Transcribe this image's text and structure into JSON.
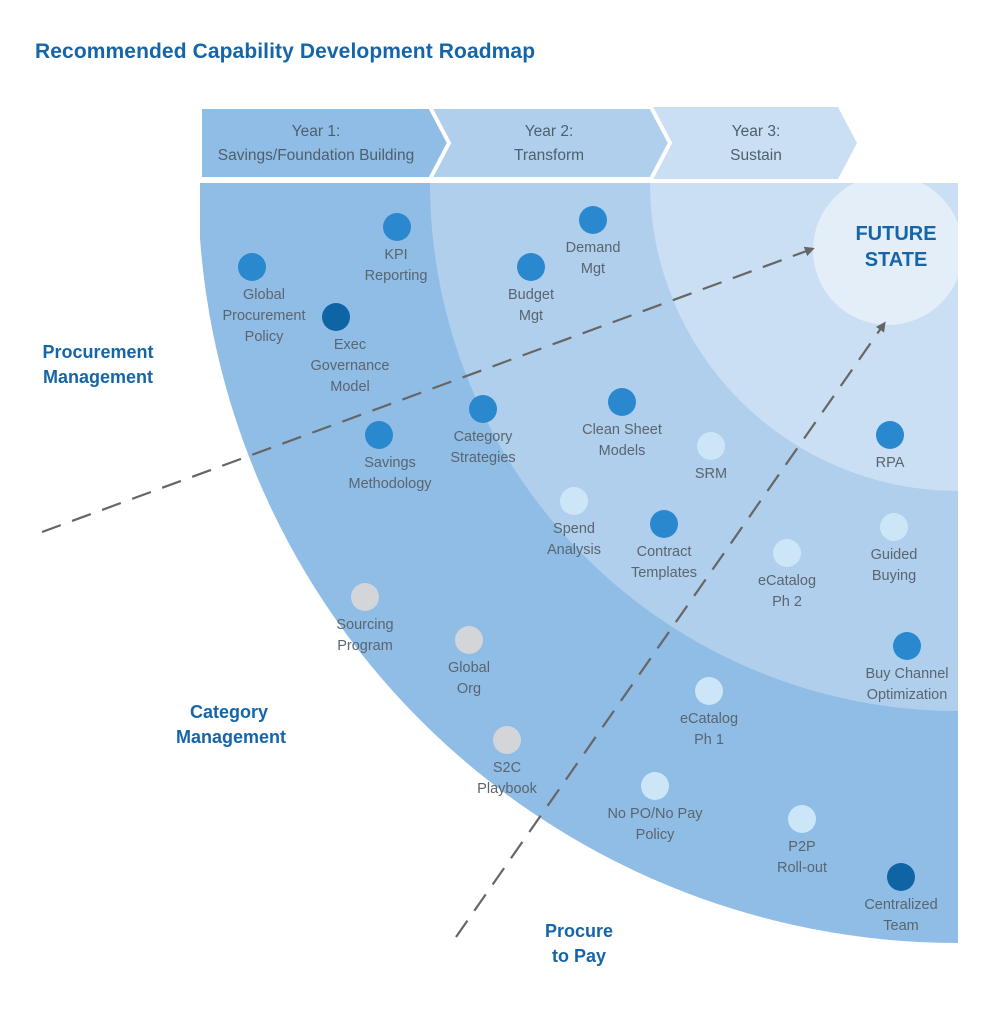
{
  "title": "Recommended Capability Development Roadmap",
  "colors": {
    "title": "#1565a8",
    "ring_year1": "#8fbde6",
    "ring_year2": "#b0cfec",
    "ring_year3": "#cadff3",
    "future_state": "#e4eef9",
    "node_dark": "#0f64a6",
    "node_medium": "#2a88cf",
    "node_light": "#cde6f7",
    "node_gray": "#d3d5d8",
    "dashed_axis": "#666666"
  },
  "phases": [
    {
      "line1": "Year 1:",
      "line2": "Savings/Foundation Building"
    },
    {
      "line1": "Year 2:",
      "line2": "Transform"
    },
    {
      "line1": "Year 3:",
      "line2": "Sustain"
    }
  ],
  "future_state": {
    "line1": "FUTURE",
    "line2": "STATE"
  },
  "axes": [
    {
      "line1": "Procurement",
      "line2": "Management"
    },
    {
      "line1": "Category",
      "line2": "Management"
    },
    {
      "line1": "Procure",
      "line2": "to Pay"
    }
  ],
  "nodes": [
    {
      "id": "global-procurement-policy",
      "lines": [
        "Global",
        "Procurement",
        "Policy"
      ],
      "color": "medium"
    },
    {
      "id": "kpi-reporting",
      "lines": [
        "KPI",
        "Reporting"
      ],
      "color": "medium"
    },
    {
      "id": "exec-governance-model",
      "lines": [
        "Exec",
        "Governance",
        "Model"
      ],
      "color": "dark"
    },
    {
      "id": "savings-methodology",
      "lines": [
        "Savings",
        "Methodology"
      ],
      "color": "medium"
    },
    {
      "id": "demand-mgt",
      "lines": [
        "Demand",
        "Mgt"
      ],
      "color": "medium"
    },
    {
      "id": "budget-mgt",
      "lines": [
        "Budget",
        "Mgt"
      ],
      "color": "medium"
    },
    {
      "id": "category-strategies",
      "lines": [
        "Category",
        "Strategies"
      ],
      "color": "medium"
    },
    {
      "id": "clean-sheet-models",
      "lines": [
        "Clean Sheet",
        "Models"
      ],
      "color": "medium"
    },
    {
      "id": "srm",
      "lines": [
        "SRM"
      ],
      "color": "light"
    },
    {
      "id": "rpa",
      "lines": [
        "RPA"
      ],
      "color": "medium"
    },
    {
      "id": "spend-analysis",
      "lines": [
        "Spend",
        "Analysis"
      ],
      "color": "light"
    },
    {
      "id": "contract-templates",
      "lines": [
        "Contract",
        "Templates"
      ],
      "color": "medium"
    },
    {
      "id": "ecatalog-ph2",
      "lines": [
        "eCatalog",
        "Ph 2"
      ],
      "color": "light"
    },
    {
      "id": "guided-buying",
      "lines": [
        "Guided",
        "Buying"
      ],
      "color": "light"
    },
    {
      "id": "sourcing-program",
      "lines": [
        "Sourcing",
        "Program"
      ],
      "color": "gray"
    },
    {
      "id": "global-org",
      "lines": [
        "Global",
        "Org"
      ],
      "color": "gray"
    },
    {
      "id": "buy-channel-optimization",
      "lines": [
        "Buy Channel",
        "Optimization"
      ],
      "color": "medium"
    },
    {
      "id": "ecatalog-ph1",
      "lines": [
        "eCatalog",
        "Ph 1"
      ],
      "color": "light"
    },
    {
      "id": "s2c-playbook",
      "lines": [
        "S2C",
        "Playbook"
      ],
      "color": "gray"
    },
    {
      "id": "no-po-no-pay-policy",
      "lines": [
        "No PO/No Pay",
        "Policy"
      ],
      "color": "light"
    },
    {
      "id": "p2p-roll-out",
      "lines": [
        "P2P",
        "Roll-out"
      ],
      "color": "light"
    },
    {
      "id": "centralized-team",
      "lines": [
        "Centralized",
        "Team"
      ],
      "color": "dark"
    }
  ]
}
